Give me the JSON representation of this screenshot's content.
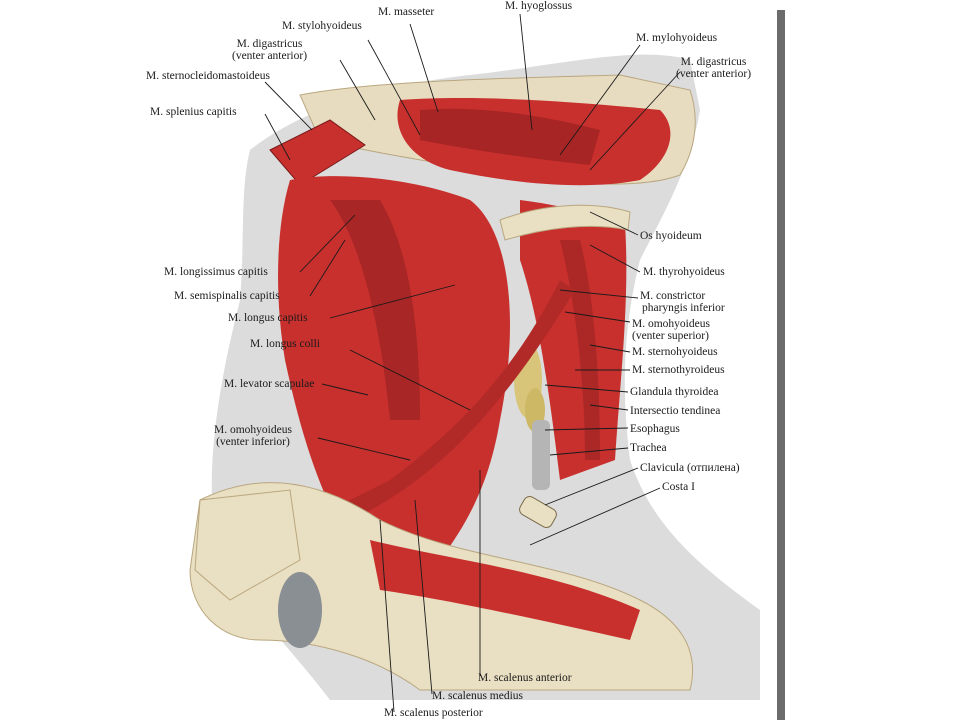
{
  "labels": {
    "masseter": "M. masseter",
    "hyoglossus": "M. hyoglossus",
    "stylohyoideus": "M. stylohyoideus",
    "digastricus_ant_left": "M. digastricus",
    "digastricus_ant_left_sub": "(venter anterior)",
    "mylohyoideus": "M. mylohyoideus",
    "digastricus_ant_right": "M. digastricus",
    "digastricus_ant_right_sub": "(venter anterior)",
    "sternocleidomastoideus": "M. sternocleidomastoideus",
    "splenius_capitis": "M. splenius capitis",
    "os_hyoideum": "Os hyoideum",
    "longissimus_capitis": "M. longissimus capitis",
    "thyrohyoideus": "M. thyrohyoideus",
    "semispinalis_capitis": "M. semispinalis capitis",
    "constrictor": "M. constrictor",
    "constrictor_sub": "pharyngis inferior",
    "longus_capitis": "M. longus capitis",
    "omohyoideus_sup": "M. omohyoideus",
    "omohyoideus_sup_sub": "(venter superior)",
    "longus_colli": "M. longus colli",
    "sternohyoideus": "M. sternohyoideus",
    "sternothyroideus": "M. sternothyroideus",
    "levator_scapulae": "M. levator scapulae",
    "glandula_thyroidea": "Glandula thyroidea",
    "intersectio_tendinea": "Intersectio tendinea",
    "omohyoideus_inf": "M. omohyoideus",
    "omohyoideus_inf_sub": "(venter inferior)",
    "esophagus": "Esophagus",
    "trachea": "Trachea",
    "clavicula": "Clavicula (отпилена)",
    "costa": "Costa I",
    "scalenus_anterior": "M. scalenus anterior",
    "scalenus_medius": "M. scalenus medius",
    "scalenus_posterior": "M. scalenus posterior"
  },
  "colors": {
    "muscle": "#c8302e",
    "muscle_dark": "#8e1f1f",
    "tendon": "#e7ddc6",
    "bone": "#e9dfc2",
    "skin": "#d9d9d9",
    "leader_line": "#1a1a1a"
  }
}
